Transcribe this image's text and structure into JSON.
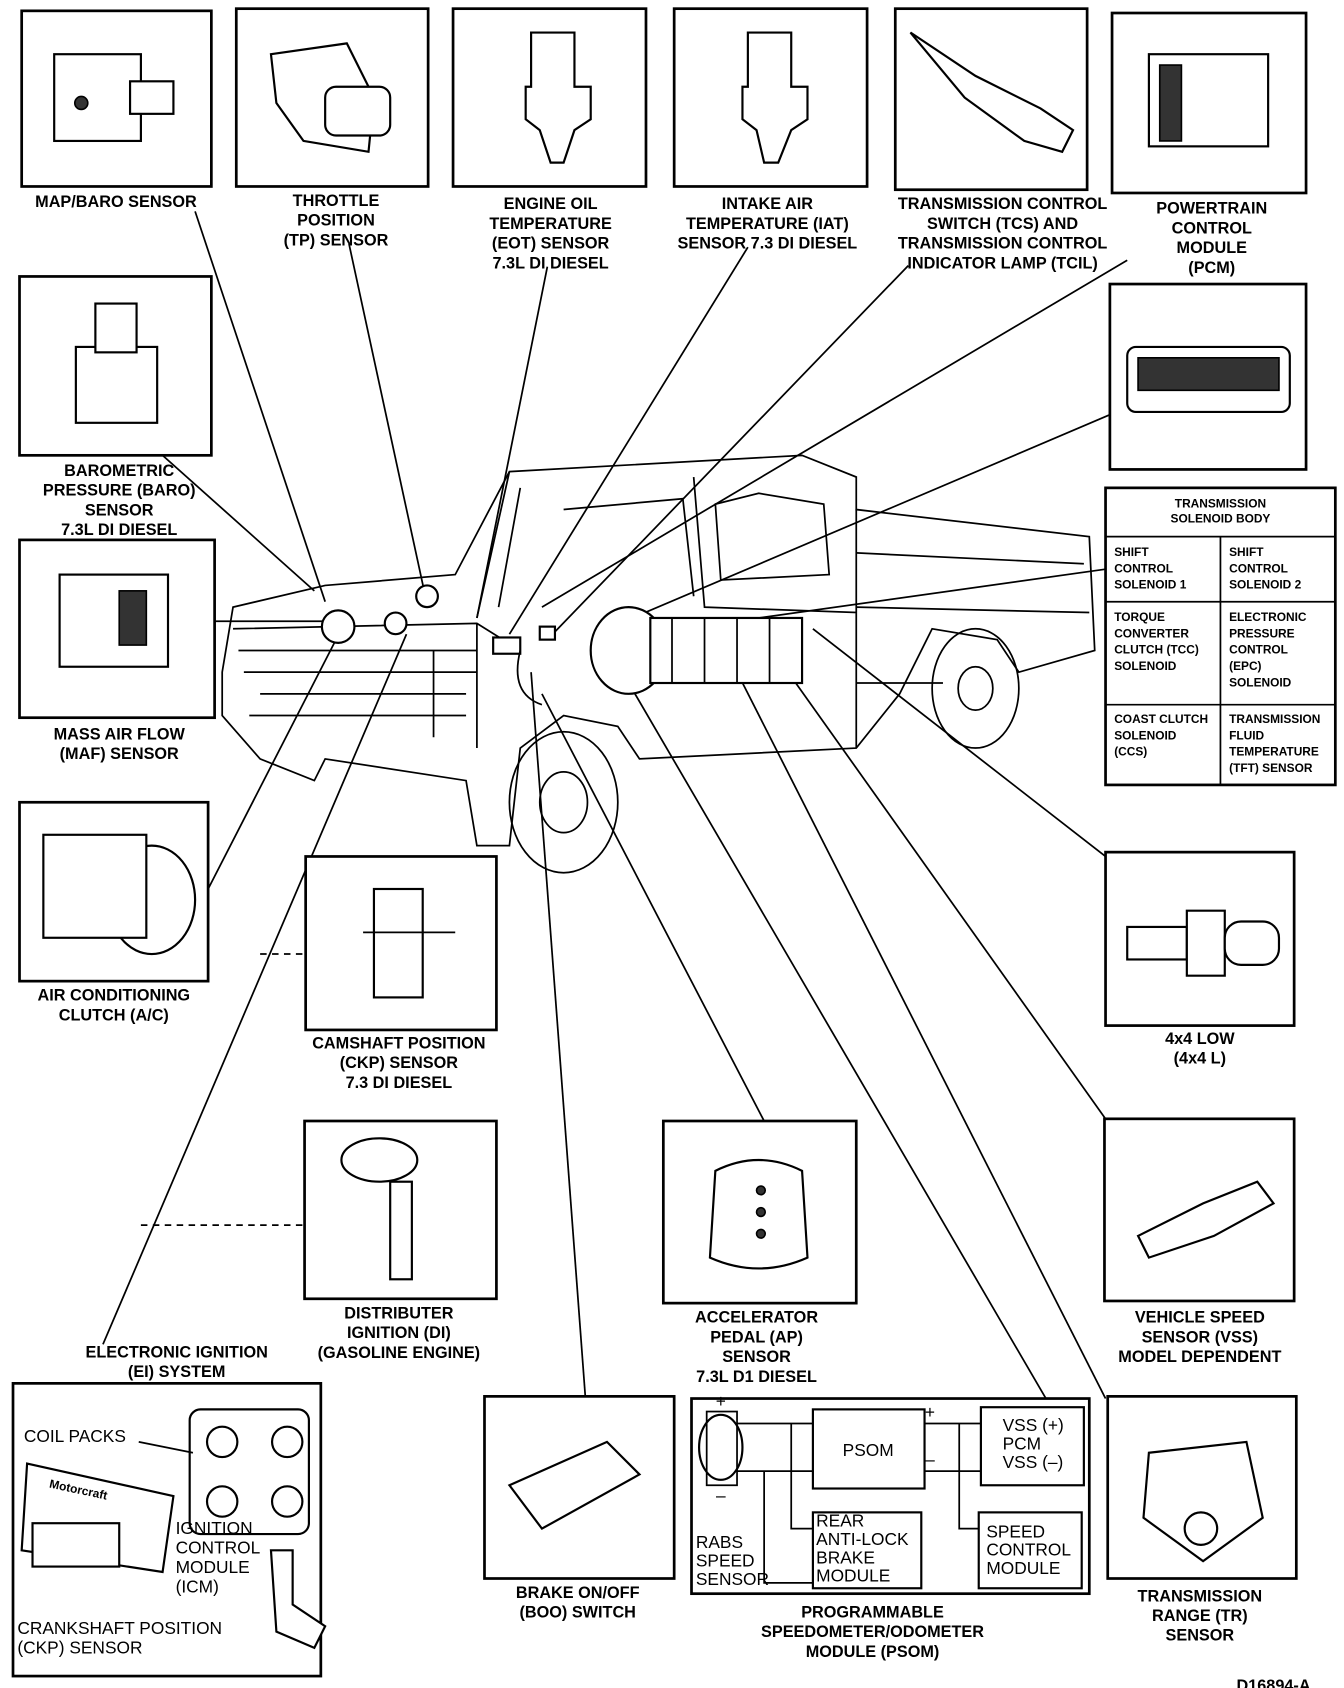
{
  "figure_id": "D16894-A",
  "labels": {
    "map_baro": [
      "MAP/BARO SENSOR"
    ],
    "tp": [
      "THROTTLE",
      "POSITION",
      "(TP) SENSOR"
    ],
    "eot": [
      "ENGINE OIL",
      "TEMPERATURE",
      "(EOT) SENSOR",
      "7.3L DI DIESEL"
    ],
    "iat": [
      "INTAKE AIR",
      "TEMPERATURE (IAT)",
      "SENSOR 7.3 DI DIESEL"
    ],
    "tcs": [
      "TRANSMISSION CONTROL",
      "SWITCH (TCS) AND",
      "TRANSMISSION CONTROL",
      "INDICATOR LAMP (TCIL)"
    ],
    "pcm": [
      "POWERTRAIN",
      "CONTROL",
      "MODULE",
      "(PCM)"
    ],
    "baro": [
      "BAROMETRIC",
      "PRESSURE (BARO)",
      "SENSOR",
      "7.3L DI DIESEL"
    ],
    "maf": [
      "MASS AIR FLOW",
      "(MAF) SENSOR"
    ],
    "ac": [
      "AIR CONDITIONING",
      "CLUTCH (A/C)"
    ],
    "cmp": [
      "CAMSHAFT POSITION",
      "(CKP) SENSOR",
      "7.3 DI DIESEL"
    ],
    "fourxfour": [
      "4x4 LOW",
      "(4x4 L)"
    ],
    "di": [
      "DISTRIBUTER",
      "IGNITION (DI)",
      "(GASOLINE ENGINE)"
    ],
    "ei": [
      "ELECTRONIC IGNITION",
      "(EI) SYSTEM"
    ],
    "ap": [
      "ACCELERATOR",
      "PEDAL (AP)",
      "SENSOR",
      "7.3L D1 DIESEL"
    ],
    "vss": [
      "VEHICLE SPEED",
      "SENSOR (VSS)",
      "MODEL DEPENDENT"
    ],
    "boo": [
      "BRAKE ON/OFF",
      "(BOO) SWITCH"
    ],
    "psom": [
      "PROGRAMMABLE",
      "SPEEDOMETER/ODOMETER",
      "MODULE (PSOM)"
    ],
    "tr": [
      "TRANSMISSION",
      "RANGE (TR)",
      "SENSOR"
    ]
  },
  "ei_inset": {
    "coil_packs": [
      "COIL PACKS"
    ],
    "icm": [
      "IGNITION",
      "CONTROL",
      "MODULE",
      "(ICM)"
    ],
    "ckp": [
      "CRANKSHAFT POSITION",
      "(CKP) SENSOR"
    ],
    "logo": "Motorcraft"
  },
  "solenoid_table": {
    "title": [
      "TRANSMISSION",
      "SOLENOID BODY"
    ],
    "cells": [
      [
        "SHIFT",
        "CONTROL",
        "SOLENOID 1"
      ],
      [
        "SHIFT",
        "CONTROL",
        "SOLENOID 2"
      ],
      [
        "TORQUE",
        "CONVERTER",
        "CLUTCH (TCC)",
        "SOLENOID"
      ],
      [
        "ELECTRONIC",
        "PRESSURE",
        "CONTROL",
        "(EPC)",
        "SOLENOID"
      ],
      [
        "COAST CLUTCH",
        "SOLENOID",
        "(CCS)"
      ],
      [
        "TRANSMISSION",
        "FLUID",
        "TEMPERATURE",
        "(TFT) SENSOR"
      ]
    ]
  },
  "psom_schematic": {
    "psom": "PSOM",
    "plus": "+",
    "minus": "–",
    "vss_pcm": [
      "VSS (+)",
      "PCM",
      "VSS (–)"
    ],
    "rabs": [
      "RABS",
      "SPEED",
      "SENSOR"
    ],
    "rabm": [
      "REAR",
      "ANTI-LOCK",
      "BRAKE",
      "MODULE"
    ],
    "speed_control": [
      "SPEED",
      "CONTROL",
      "MODULE"
    ]
  }
}
